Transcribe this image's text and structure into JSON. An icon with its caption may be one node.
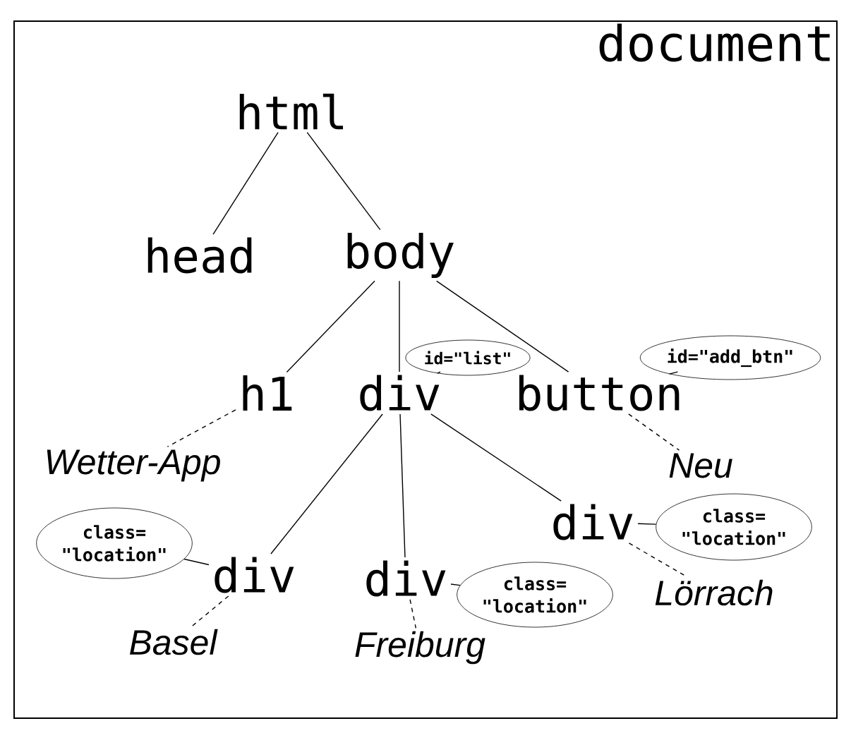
{
  "diagram": {
    "nodes": [
      {
        "text": [
          "document"
        ]
      },
      {
        "text": [
          "html"
        ],
        "in": 0
      },
      {
        "text": [
          "head"
        ],
        "in": 0
      },
      {
        "text": [
          "body"
        ],
        "in": 0
      },
      {
        "text": [
          "h1"
        ],
        "in": 0
      },
      {
        "text": [
          "div"
        ],
        "in": 0
      },
      {
        "text": [
          "button"
        ],
        "in": 0
      },
      {
        "text": [
          "id=\"list\""
        ],
        "in": 0
      },
      {
        "text": [
          "id=\"add_btn\""
        ],
        "in": 0
      },
      {
        "text": [
          "Wetter-App"
        ],
        "in": 0
      },
      {
        "text": [
          "Neu"
        ],
        "in": 0
      },
      {
        "text": [
          "div"
        ],
        "in": 0
      },
      {
        "text": [
          "div"
        ],
        "in": 0
      },
      {
        "text": [
          "div"
        ],
        "in": 0
      },
      {
        "text": [
          "class= \"location\""
        ],
        "in": 0
      },
      {
        "text": [
          "class= \"location\""
        ],
        "in": 0
      },
      {
        "text": [
          "class= \"location\""
        ],
        "in": 0
      },
      {
        "text": [
          "Basel"
        ],
        "in": 0
      },
      {
        "text": [
          "Freiburg"
        ],
        "in": 0
      },
      {
        "text": [
          "Lörrach"
        ],
        "in": 0
      }
    ],
    "edges": [
      {
        "from": 1,
        "to": 2,
        "arrow": "none"
      },
      {
        "from": 1,
        "to": 3,
        "arrow": "none"
      },
      {
        "from": 3,
        "to": 4,
        "arrow": "none"
      },
      {
        "from": 3,
        "to": 5,
        "arrow": "none"
      },
      {
        "from": 3,
        "to": 6,
        "arrow": "none"
      },
      {
        "from": 5,
        "to": 7,
        "arrow": "none"
      },
      {
        "from": 6,
        "to": 8,
        "arrow": "none"
      },
      {
        "from": 4,
        "to": 9,
        "arrow": "none",
        "style": "dashed"
      },
      {
        "from": 6,
        "to": 10,
        "arrow": "none",
        "style": "dashed"
      },
      {
        "from": 5,
        "to": 11,
        "arrow": "none"
      },
      {
        "from": 5,
        "to": 12,
        "arrow": "none"
      },
      {
        "from": 5,
        "to": 13,
        "arrow": "none"
      },
      {
        "from": 11,
        "to": 14,
        "arrow": "none"
      },
      {
        "from": 12,
        "to": 15,
        "arrow": "none"
      },
      {
        "from": 13,
        "to": 16,
        "arrow": "none"
      },
      {
        "from": 11,
        "to": 17,
        "arrow": "none",
        "style": "dashed"
      },
      {
        "from": 12,
        "to": 18,
        "arrow": "none",
        "style": "dashed"
      },
      {
        "from": 13,
        "to": 19,
        "arrow": "none",
        "style": "dashed"
      }
    ]
  }
}
